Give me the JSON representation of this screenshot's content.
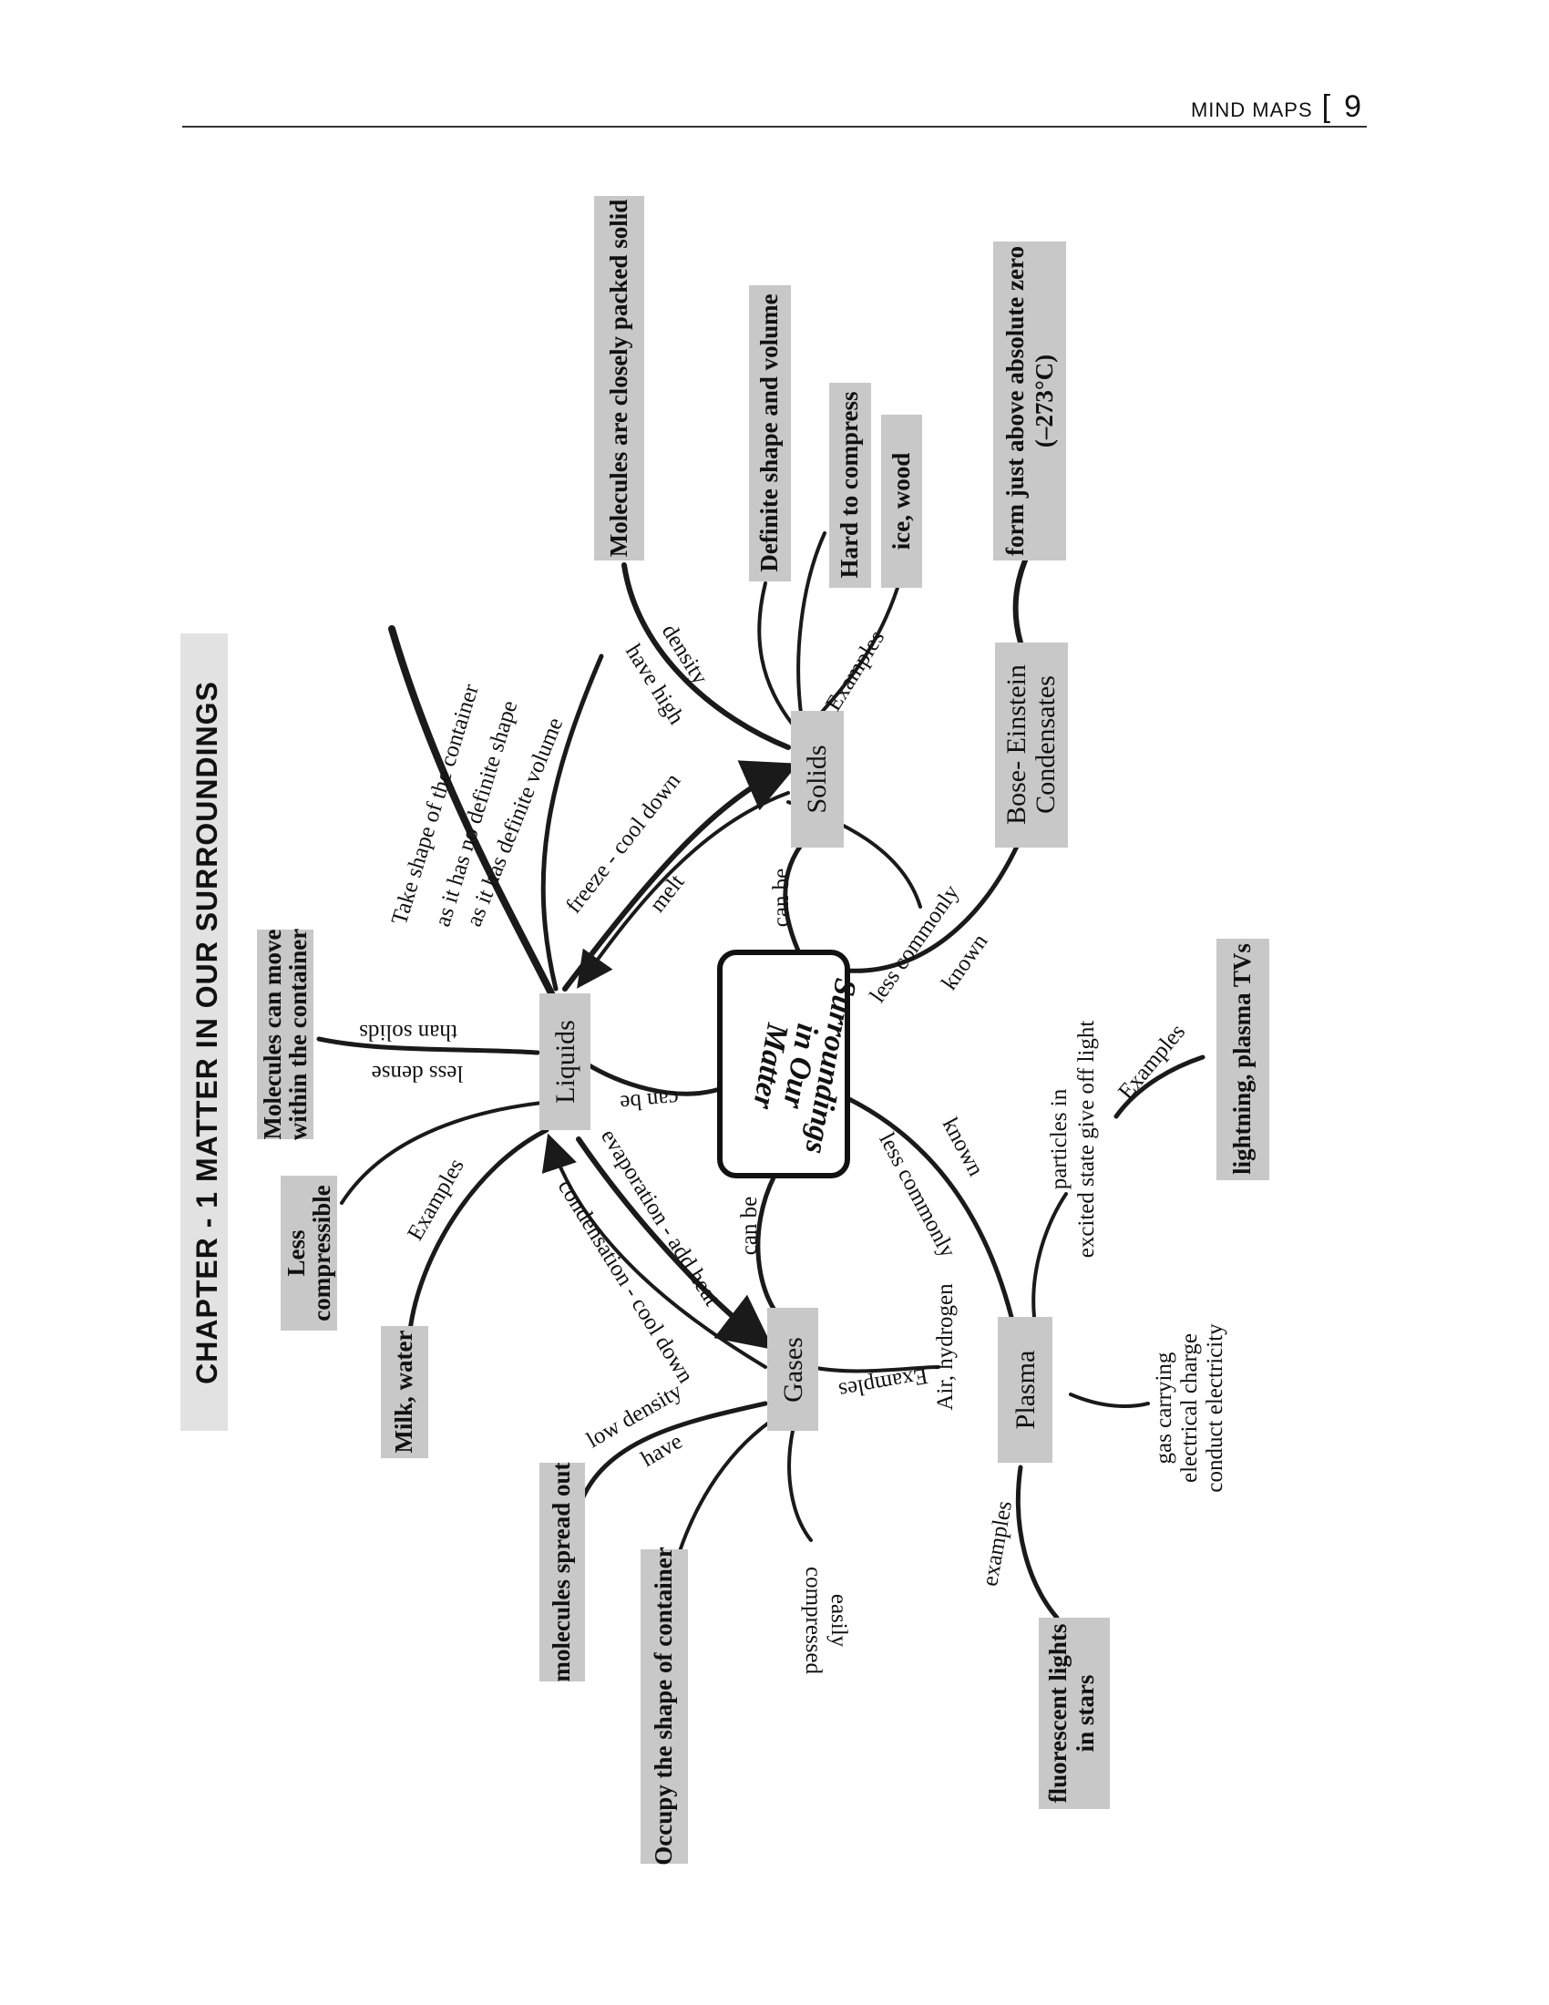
{
  "header": {
    "title": "MIND MAPS",
    "separator": "[",
    "page_number": "9"
  },
  "chapter_banner": "CHAPTER - 1 MATTER IN OUR SURROUNDINGS",
  "centre": {
    "line1": "Matter",
    "line2": "in Our",
    "line3": "Surroundings"
  },
  "nodes": {
    "solids": "Solids",
    "liquids": "Liquids",
    "gases": "Gases",
    "plasma": "Plasma",
    "bec_line1": "Bose- Einstein",
    "bec_line2": "Condensates"
  },
  "solids_boxes": {
    "closely_packed": "Molecules are closely packed solid",
    "definite_shape": "Definite shape and volume",
    "hard_compress": "Hard to compress",
    "examples": "ice, wood"
  },
  "liquids_boxes": {
    "move_line1": "Molecules can move",
    "move_line2": "within the container",
    "less_comp_line1": "Less",
    "less_comp_line2": "compressible",
    "examples": "Milk, water"
  },
  "gases_boxes": {
    "spread": "molecules spread out",
    "occupy": "Occupy the shape of container"
  },
  "bec_box": {
    "line1": "form just above absolute zero",
    "line2": "(–273°C)"
  },
  "plasma_boxes": {
    "examples": "lightning, plasma TVs",
    "fluor_line1": "fluorescent lights",
    "fluor_line2": "in stars"
  },
  "labels": {
    "have_high": "have high",
    "density": "density",
    "solids_examples": "Examples",
    "can_be_solids": "can be",
    "less_commonly": "less commonly",
    "known": "known",
    "take_shape": "Take shape of the container",
    "no_definite_shape": "as it has no definite shape",
    "definite_volume": "as it has definite volume",
    "freeze": "freeze - cool down",
    "melt": "melt",
    "less_dense": "less dense",
    "than_solids": "than solids",
    "can_be_liquids": "can be",
    "liquids_examples": "Examples",
    "evaporation": "evaporation - add heat",
    "condensation": "condensation - cool down",
    "can_be_gases": "can be",
    "gases_examples": "Examples",
    "air_hydrogen": "Air, hydrogen",
    "low_density": "low density",
    "have": "have",
    "compressed": "compressed",
    "easily": "easily",
    "less_commonly_2": "less commonly",
    "known_2": "known",
    "particles_line1": "particles in",
    "particles_line2": "excited state give off light",
    "plasma_examples": "Examples",
    "gas_line1": "gas carrying",
    "gas_line2": "electrical charge",
    "gas_line3": "conduct electricity",
    "plasma_examples_lower": "examples"
  }
}
